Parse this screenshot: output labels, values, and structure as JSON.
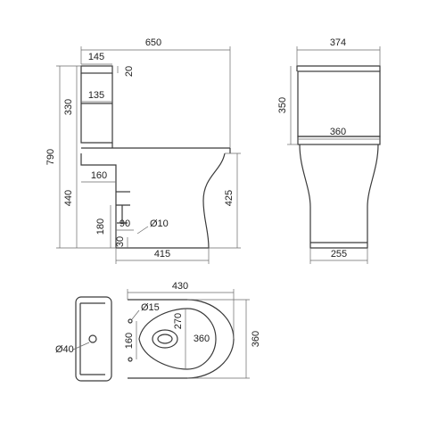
{
  "side_view": {
    "overall_width": "650",
    "cistern_top_depth": "145",
    "lid_thickness": "20",
    "cistern_height": "330",
    "cistern_step_depth": "135",
    "total_height": "790",
    "outlet_offset": "160",
    "seat_height": "440",
    "bowl_height": "425",
    "outlet_height": "180",
    "pipe_offset": "90",
    "pipe_diameter": "Ø10",
    "pipe_height": "30",
    "base_length": "415"
  },
  "front_view": {
    "top_width": "374",
    "cistern_height": "350",
    "seat_width": "360",
    "base_width": "255"
  },
  "top_view": {
    "overall_length": "430",
    "fixing_hole_diameter": "Ø15",
    "fixing_hole_spacing": "160",
    "bowl_depth": "270",
    "bowl_width": "360",
    "overall_width": "360",
    "button_diameter": "Ø40"
  }
}
